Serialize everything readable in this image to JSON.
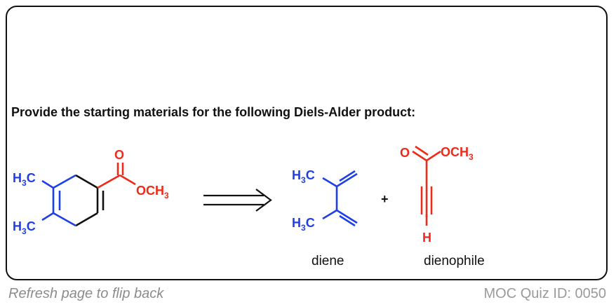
{
  "question": "Provide the starting materials for the following Diels-Alder product:",
  "product": {
    "methyl_label_top": "H3C",
    "methyl_label_bottom": "H3C",
    "carbonyl_o": "O",
    "ester_label": "OCH3"
  },
  "diene": {
    "methyl_label_top": "H3C",
    "methyl_label_bottom": "H3C",
    "caption": "diene"
  },
  "plus": "+",
  "dienophile": {
    "carbonyl_o": "O",
    "ester_label": "OCH3",
    "alkyne_h": "H",
    "caption": "dienophile"
  },
  "footer": {
    "hint": "Refresh page to flip back",
    "quiz_id": "MOC Quiz ID: 0050"
  },
  "colors": {
    "blue": "#1f3fe6",
    "red": "#ee2a1a",
    "black": "#111111",
    "footer_gray": "#8c8c8c"
  }
}
